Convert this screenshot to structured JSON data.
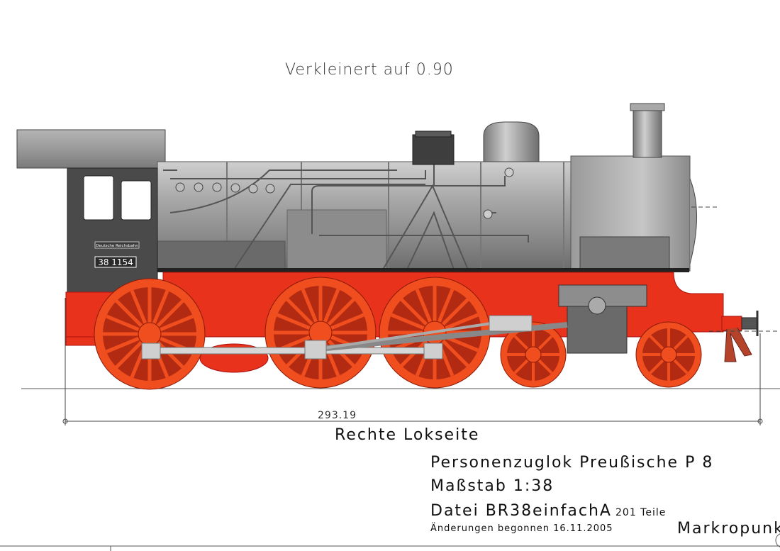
{
  "drawing": {
    "scale_note": "Verkleinert auf 0.90",
    "dimension_value": "293.19",
    "view_title": "Rechte Lokseite",
    "cab_plate": "Deutsche Reichsbahn",
    "number_plate": "38 1154"
  },
  "title_block": {
    "title": "Personenzuglok Preußische P 8",
    "scale": "Maßstab 1:38",
    "file": "Datei BR38einfachA",
    "parts": "201 Teile",
    "changes": "Änderungen begonnen 16.11.2005",
    "brand": "Markropunkt"
  },
  "colors": {
    "frame_red": "#e8321c",
    "wheel_orange": "#f04e1e",
    "boiler_gray": "#9a9a9a",
    "cab_dark": "#4a4a4a",
    "line": "#333333"
  }
}
